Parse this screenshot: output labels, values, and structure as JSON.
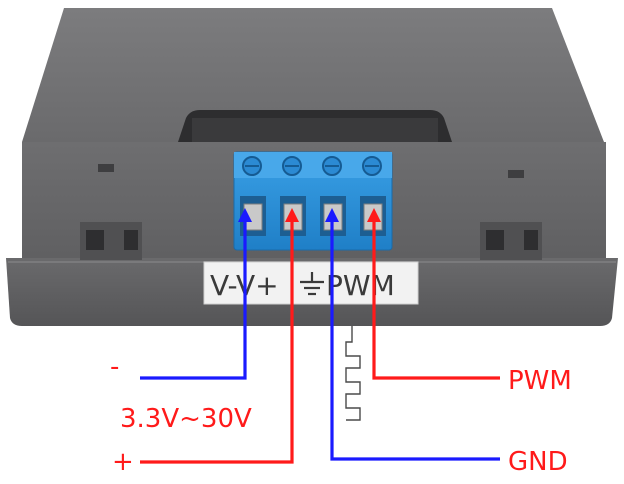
{
  "panel": {
    "pin_label_left": "V-V+",
    "pin_label_right": "PWM"
  },
  "labels": {
    "minus": "-",
    "voltage": "3.3V~30V",
    "plus": "+",
    "pwm": "PWM",
    "gnd": "GND"
  },
  "colors": {
    "case": "#6b6b6d",
    "case_dark": "#4a4a4c",
    "terminal_block": "#2f8fd6",
    "wire_red": "#ff1a1a",
    "wire_blue": "#1a1aff",
    "label_red": "#ff1a1a",
    "label_blue": "#1a1aff"
  },
  "icons": [
    "ground-symbol-icon",
    "pwm-waveform-icon"
  ]
}
